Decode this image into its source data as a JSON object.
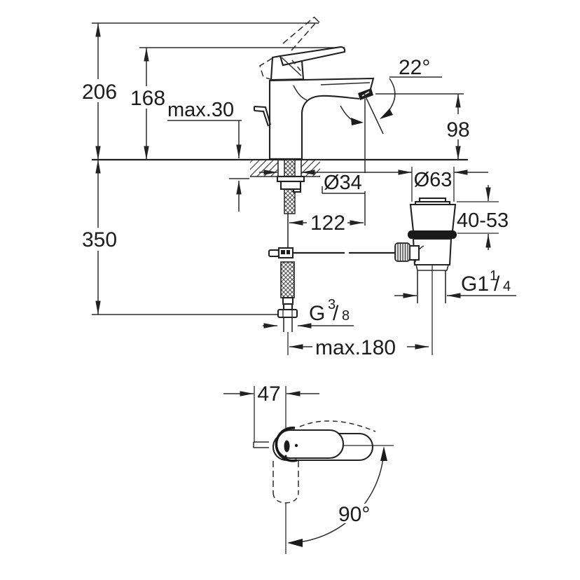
{
  "drawing": {
    "type": "technical-dimension-drawing",
    "subject": "single-lever basin mixer faucet with pop-up waste",
    "colors": {
      "ink": "#222222",
      "background": "#ffffff"
    },
    "labels": {
      "total_height": "206",
      "spout_top_height": "168",
      "deck_thickness": "max.30",
      "spray_angle": "22°",
      "spout_height": "98",
      "hole_diameter": "Ø34",
      "waste_flange_diameter": "Ø63",
      "spout_reach": "122",
      "clamping_range": "40-53",
      "below_deck_length": "350",
      "waste_thread": {
        "base": "G1",
        "sup": "1",
        "slash": "/",
        "sub": "4"
      },
      "supply_thread": {
        "base": "G",
        "sup": "3",
        "slash": "/",
        "sub": "8"
      },
      "max_waste_distance": "max.180",
      "body_width": "47",
      "swivel_angle": "90°"
    }
  }
}
